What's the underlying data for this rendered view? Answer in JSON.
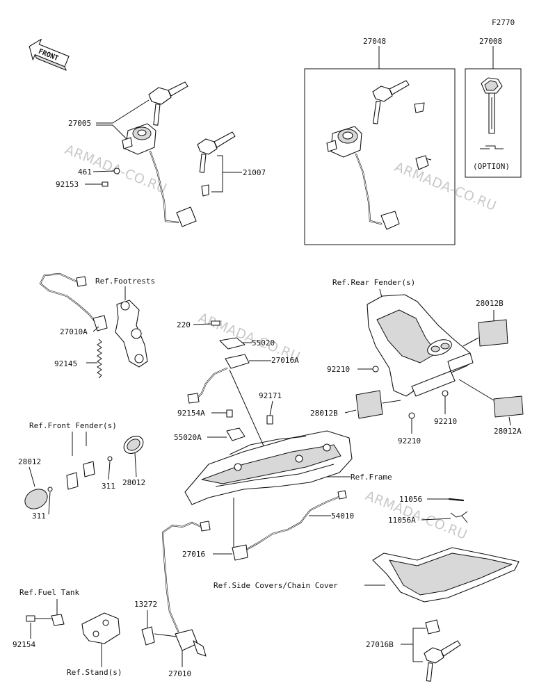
{
  "diagram_code": "F2770",
  "front_label": "FRONT",
  "watermark": "ARMADA-CO.RU",
  "option_label": "(OPTION)",
  "labels": {
    "p27048": "27048",
    "p27008": "27008",
    "p27005": "27005",
    "p461": "461",
    "p92153": "92153",
    "p21007": "21007",
    "ref_footrests": "Ref.Footrests",
    "p27010A": "27010A",
    "p92145": "92145",
    "p220": "220",
    "p55020": "55020",
    "p27016A": "27016A",
    "p92171": "92171",
    "p92154A": "92154A",
    "p55020A": "55020A",
    "ref_rear_fender": "Ref.Rear Fender(s)",
    "p28012B_top": "28012B",
    "p92210_left": "92210",
    "p28012B_mid": "28012B",
    "p92210_right": "92210",
    "p28012A": "28012A",
    "p92210_bottom": "92210",
    "ref_front_fender": "Ref.Front Fender(s)",
    "p28012_left": "28012",
    "p311_right": "311",
    "p28012_right": "28012",
    "p311_left": "311",
    "ref_frame": "Ref.Frame",
    "p11056": "11056",
    "p11056A": "11056A",
    "p54010": "54010",
    "p27016": "27016",
    "ref_side_covers": "Ref.Side Covers/Chain Cover",
    "ref_fuel_tank": "Ref.Fuel Tank",
    "p13272": "13272",
    "p92154": "92154",
    "p27016B": "27016B",
    "ref_stand": "Ref.Stand(s)",
    "p27010": "27010"
  }
}
